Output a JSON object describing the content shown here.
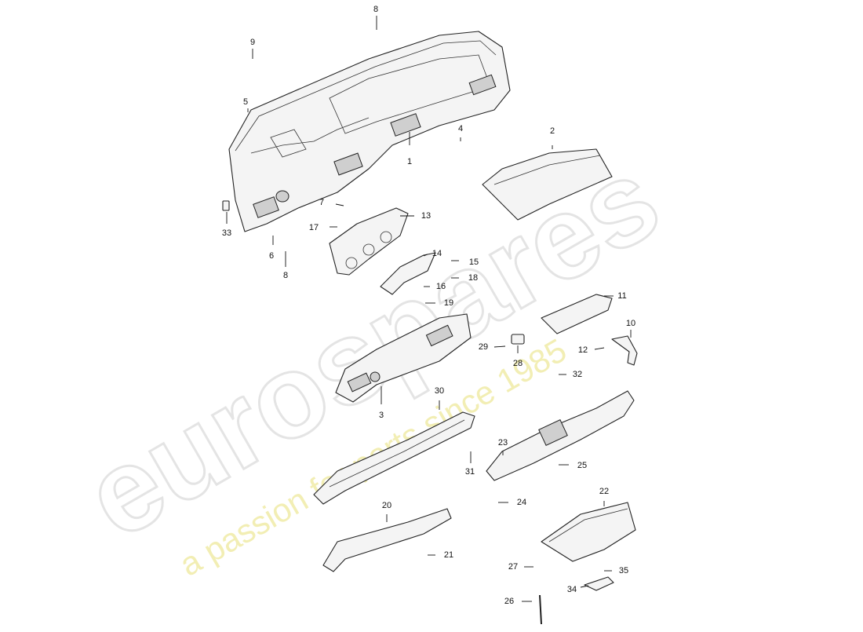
{
  "watermark": {
    "logo_text": "eurospares",
    "slogan": "a passion for parts since 1985",
    "logo_color": "#e4e4e4",
    "slogan_color": "#f2eeb4"
  },
  "callouts": [
    "1",
    "2",
    "3",
    "4",
    "5",
    "6",
    "7",
    "8",
    "8",
    "9",
    "10",
    "11",
    "12",
    "13",
    "14",
    "15",
    "16",
    "17",
    "18",
    "19",
    "20",
    "21",
    "22",
    "23",
    "24",
    "25",
    "26",
    "27",
    "28",
    "29",
    "30",
    "31",
    "32",
    "33",
    "34",
    "35"
  ],
  "colors": {
    "line": "#222222",
    "part_fill": "#f4f4f4",
    "shade": "#cfcfcf"
  }
}
